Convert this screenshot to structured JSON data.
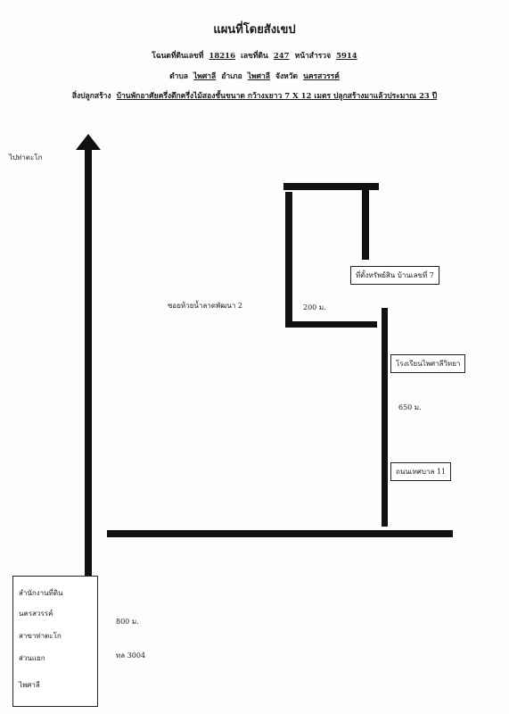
{
  "title": "แผนที่โดยสังเขป",
  "deed": {
    "label_deed": "โฉนดที่ดินเลขที่",
    "deed_no": "18216",
    "label_land": "เลขที่ดิน",
    "land_no": "247",
    "label_survey": "หน้าสำรวจ",
    "survey_no": "5914"
  },
  "location": {
    "label_tambon": "ตำบล",
    "tambon": "ไพศาลี",
    "label_amphoe": "อำเภอ",
    "amphoe": "ไพศาลี",
    "label_province": "จังหวัด",
    "province": "นครสวรรค์"
  },
  "building": {
    "label": "สิ่งปลูกสร้าง",
    "description": "บ้านพักอาศัยครึ่งตึกครึ่งไม้สองชั้นขนาด กว้างxยาว 7 X 12 เมตร ปลูกสร้างมาแล้วประมาณ 23 ปี"
  },
  "map": {
    "to_tha_takhro": "ไปท่าตะโก",
    "soi_label": "ซอยห้วยน้ำลาดพัฒนา 2",
    "dist_200": "200 ม.",
    "dist_650": "650 ม.",
    "dist_800": "800 ม.",
    "highway": "ทล 3004",
    "property_box": "ที่ตั้งทรัพย์สิน บ้านเลขที่ 7",
    "school_box": "โรงเรียนไพศาลีวิทยา",
    "road11_box": "ถนนเทศบาล 11"
  },
  "office": {
    "line1": "สำนักงานที่ดิน",
    "line2": "นครสวรรค์",
    "line3": "สาขาท่าตะโก",
    "line4": "ส่วนแยก",
    "line5": "ไพศาลี"
  }
}
